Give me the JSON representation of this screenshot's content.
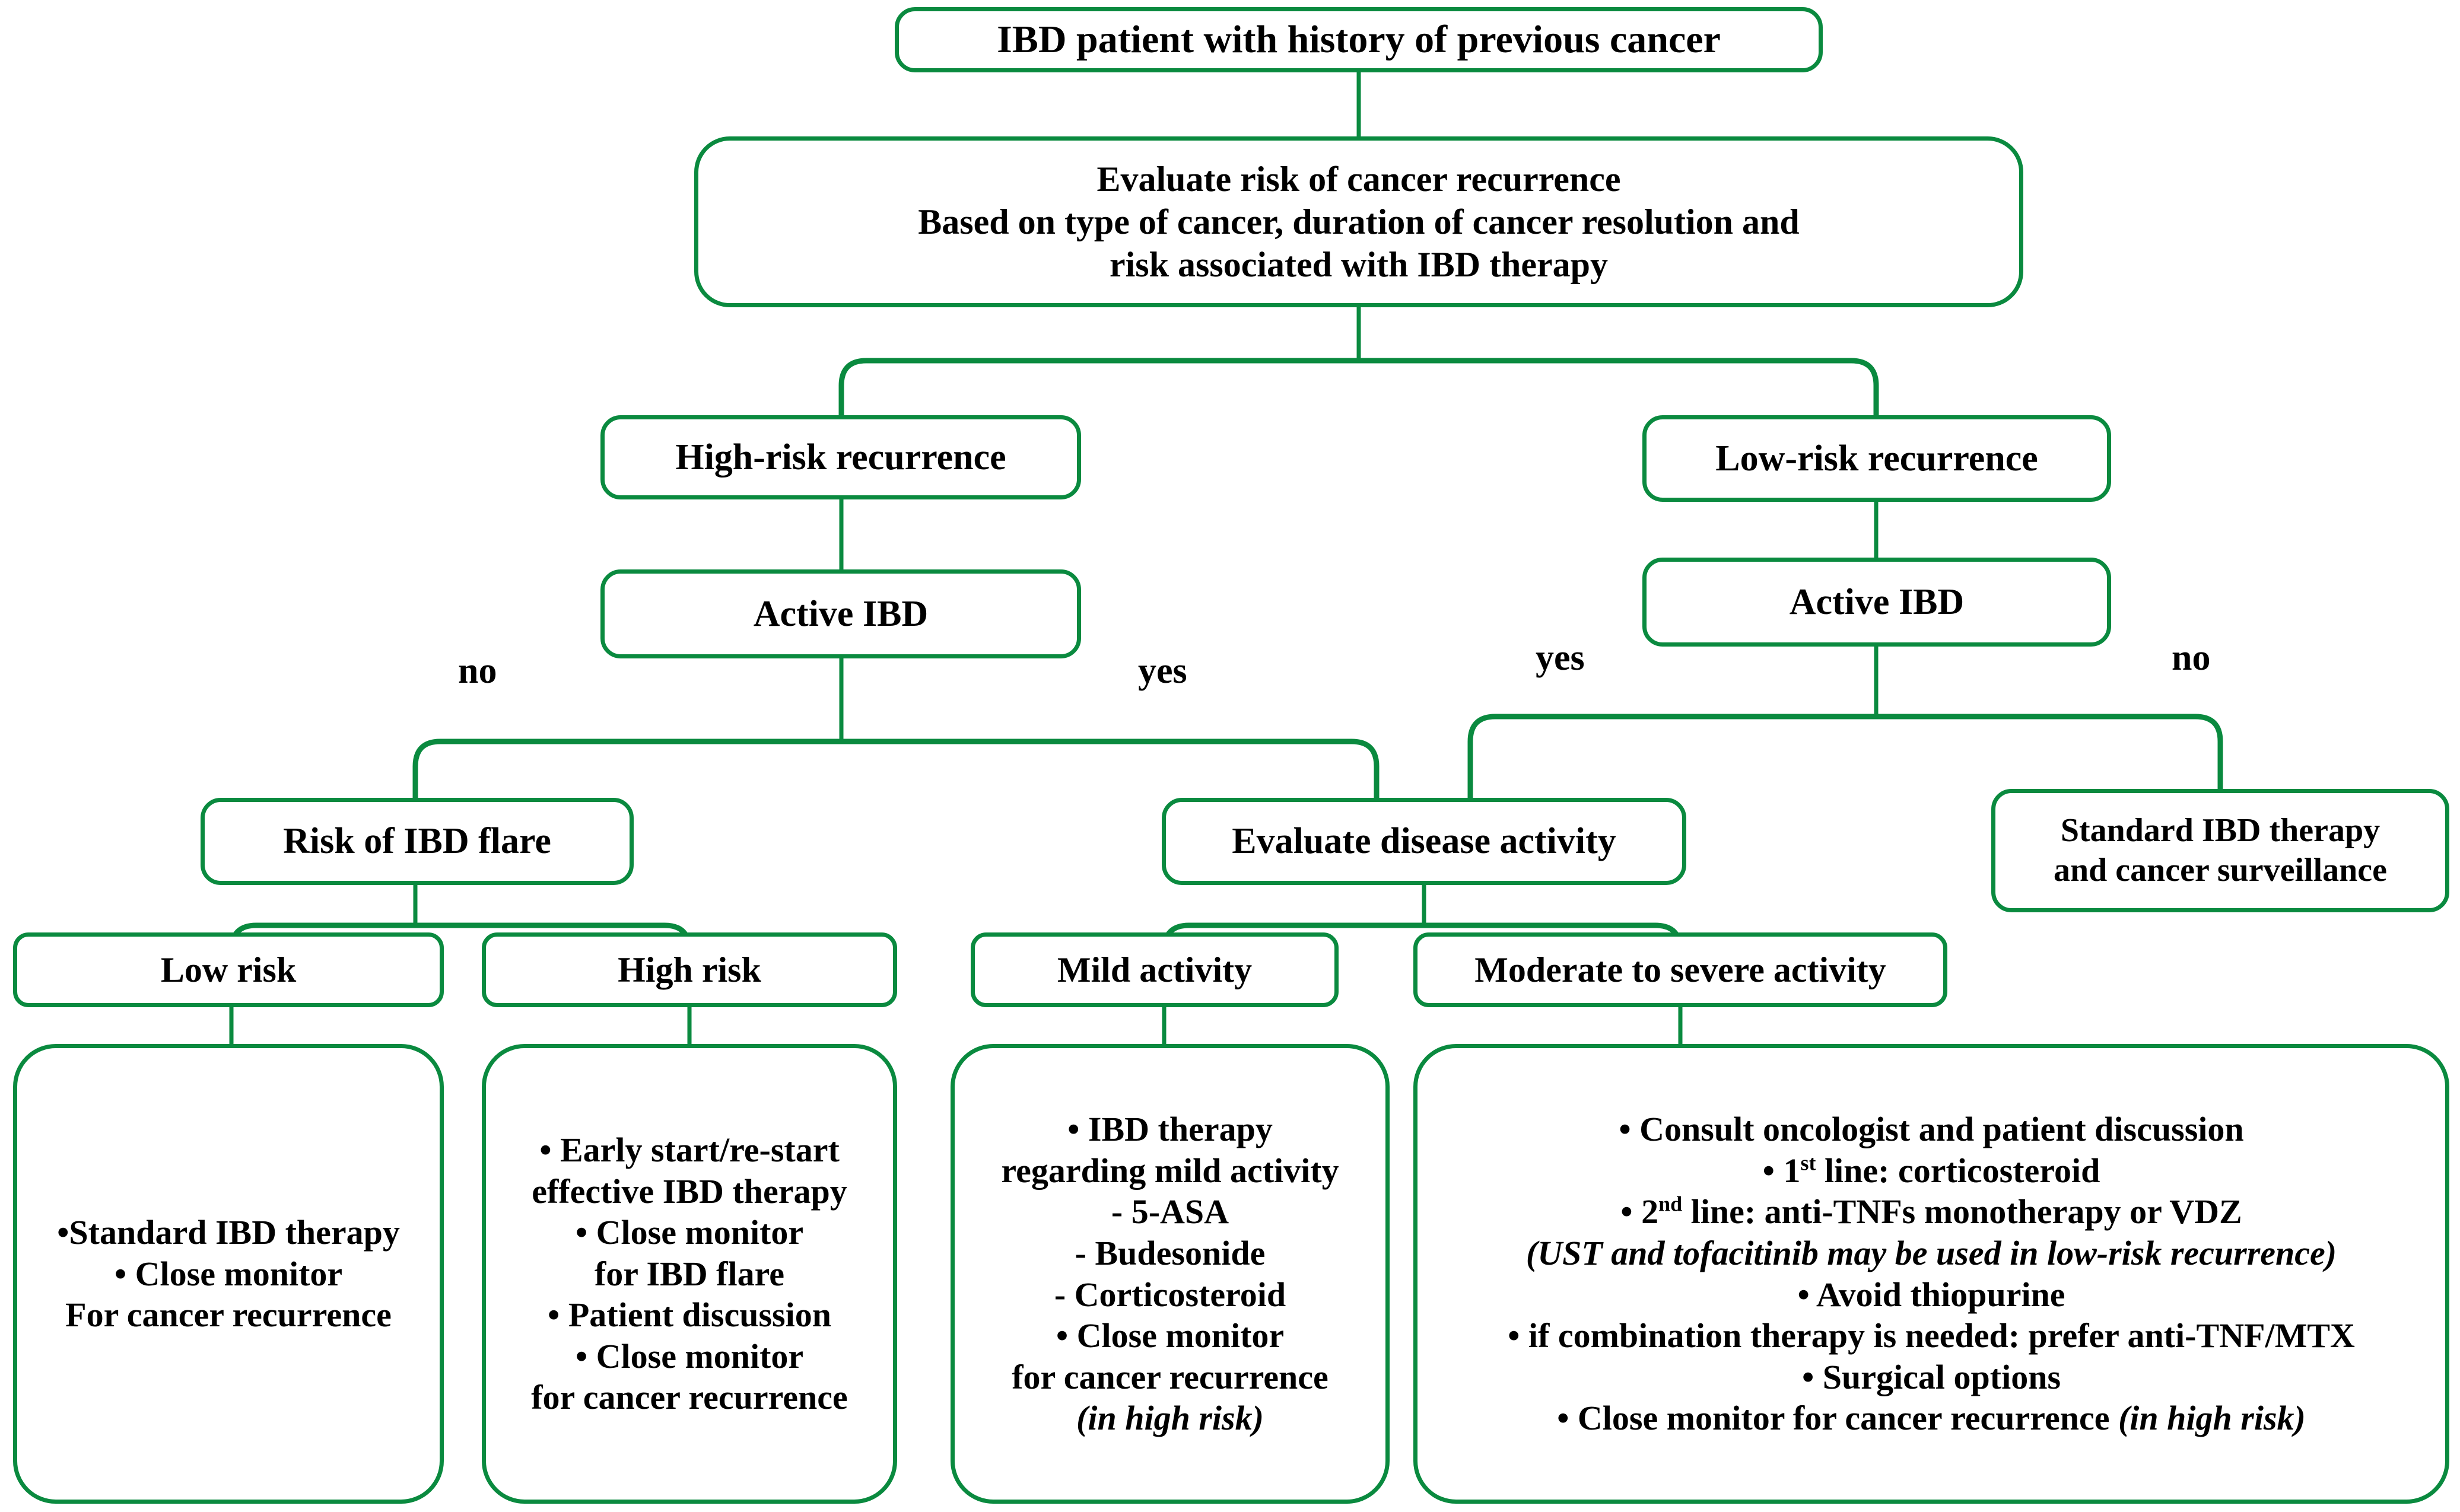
{
  "diagram": {
    "title": "IBD patient with history of previous cancer algorithm",
    "accent_color": "#0a8a3f",
    "text_color": "#000000",
    "background_color": "#ffffff"
  },
  "nodes": {
    "root": {
      "id": "root",
      "lines": [
        "IBD patient with history of previous cancer"
      ]
    },
    "evaluate_risk": {
      "id": "evaluate-risk",
      "lines": [
        "Evaluate risk of cancer recurrence",
        "Based on type of cancer, duration of cancer resolution and",
        "risk associated with IBD therapy"
      ]
    },
    "high_risk_recurrence": {
      "id": "high-risk-recurrence",
      "lines": [
        "High-risk recurrence"
      ]
    },
    "low_risk_recurrence": {
      "id": "low-risk-recurrence",
      "lines": [
        "Low-risk recurrence"
      ]
    },
    "active_ibd_left": {
      "id": "active-ibd-high-risk",
      "lines": [
        "Active IBD"
      ]
    },
    "active_ibd_right": {
      "id": "active-ibd-low-risk",
      "lines": [
        "Active IBD"
      ]
    },
    "risk_of_flare": {
      "id": "risk-of-ibd-flare",
      "lines": [
        "Risk of IBD flare"
      ]
    },
    "evaluate_activity": {
      "id": "evaluate-disease-activity",
      "lines": [
        "Evaluate disease activity"
      ]
    },
    "standard_surveillance": {
      "id": "standard-ibd-therapy-surveillance",
      "lines": [
        "Standard IBD therapy",
        "and cancer surveillance"
      ]
    },
    "low_risk": {
      "id": "low-risk",
      "lines": [
        "Low risk"
      ]
    },
    "high_risk": {
      "id": "high-risk",
      "lines": [
        "High risk"
      ]
    },
    "mild_activity": {
      "id": "mild-activity",
      "lines": [
        "Mild activity"
      ]
    },
    "moderate_severe_activity": {
      "id": "moderate-to-severe-activity",
      "lines": [
        "Moderate to severe activity"
      ]
    },
    "low_risk_plan": {
      "id": "low-risk-plan",
      "lines": [
        "•Standard IBD therapy",
        "• Close monitor",
        "For cancer recurrence"
      ]
    },
    "high_risk_plan": {
      "id": "high-risk-plan",
      "lines": [
        "• Early start/re-start",
        "effective IBD therapy",
        "• Close monitor",
        "for IBD flare",
        "• Patient discussion",
        "• Close monitor",
        "for cancer recurrence"
      ]
    },
    "mild_plan": {
      "id": "mild-activity-plan",
      "lines": [
        "• IBD therapy",
        "regarding mild activity",
        "- 5-ASA",
        "- Budesonide",
        "- Corticosteroid",
        "• Close monitor",
        "for cancer recurrence",
        "(in high risk)"
      ],
      "italic_lines": [
        7
      ]
    },
    "moderate_plan": {
      "id": "moderate-severe-plan",
      "lines_html": [
        "• Consult oncologist and patient discussion",
        "• 1<sup>st</sup> line: corticosteroid",
        "• 2<sup>nd</sup> line: anti-TNFs monotherapy or VDZ",
        "<i>(UST and tofacitinib may be used in low-risk recurrence)</i>",
        "• Avoid thiopurine",
        "• if combination therapy is needed: prefer anti-TNF/MTX",
        "• Surgical options",
        "• Close monitor for cancer recurrence <i>(in high risk)</i>"
      ]
    }
  },
  "edge_labels": {
    "high_risk_no": "no",
    "high_risk_yes": "yes",
    "low_risk_yes": "yes",
    "low_risk_no": "no"
  }
}
